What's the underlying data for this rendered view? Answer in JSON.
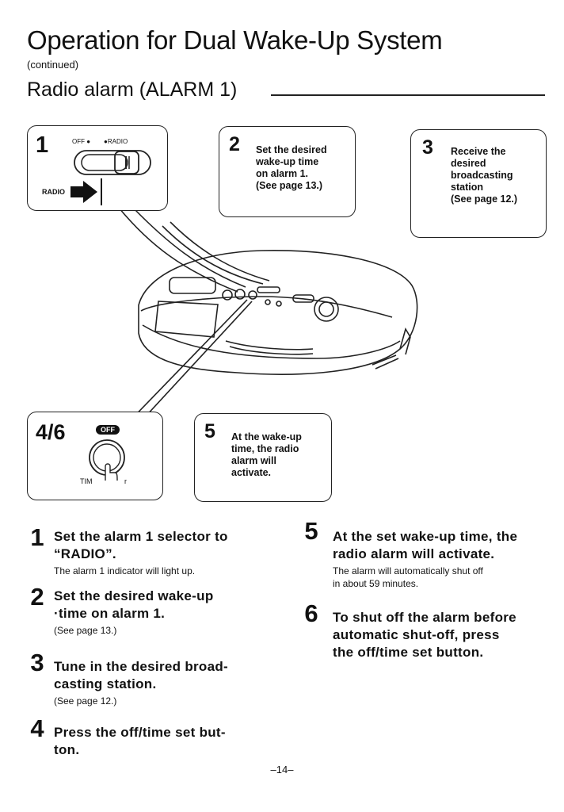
{
  "header": {
    "title": "Operation for Dual Wake-Up System",
    "continued": "(continued)",
    "section": "Radio alarm (ALARM 1)"
  },
  "callouts": {
    "c1": {
      "num": "1",
      "off": "OFF ●",
      "radio": "●RADIO",
      "label": "RADIO"
    },
    "c2": {
      "num": "2",
      "text": "Set the desired\nwake-up time\non alarm 1.\n(See page 13.)"
    },
    "c3": {
      "num": "3",
      "text": "Receive the\ndesired\nbroadcasting\nstation\n(See page 12.)"
    },
    "c46": {
      "num": "4/6",
      "off_badge": "OFF",
      "tim_label": "TIM",
      "tim_label2": "r"
    },
    "c5": {
      "num": "5",
      "text": "At the wake-up\ntime, the radio\nalarm will\nactivate."
    }
  },
  "steps_left": [
    {
      "num": "1",
      "main": "Set the alarm 1 selector to\n“RADIO”.",
      "sub": "The alarm 1 indicator will light up."
    },
    {
      "num": "2",
      "main": "Set the desired wake-up\n·time on alarm 1.",
      "sub": "(See page 13.)"
    },
    {
      "num": "3",
      "main": "Tune in the desired broad-\ncasting station.",
      "sub": "(See page 12.)"
    },
    {
      "num": "4",
      "main": "Press the off/time set but-\nton.",
      "sub": ""
    }
  ],
  "steps_right": [
    {
      "num": "5",
      "main": "At the set wake-up time, the\nradio alarm will activate.",
      "sub": "The alarm will automatically shut off\nin about 59 minutes."
    },
    {
      "num": "6",
      "main": "To shut off the alarm before\nautomatic shut-off, press\nthe off/time set button.",
      "sub": ""
    }
  ],
  "footer": {
    "page": "–14–"
  }
}
